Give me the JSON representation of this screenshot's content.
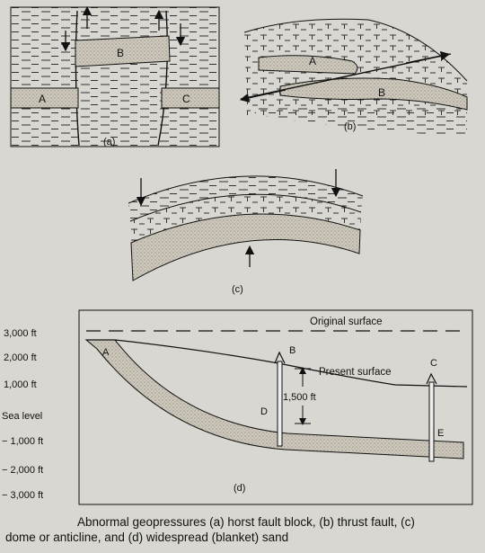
{
  "panels": {
    "a": {
      "label": "(a)",
      "blocks": [
        "A",
        "B",
        "C"
      ]
    },
    "b": {
      "label": "(b)",
      "blocks": [
        "A",
        "B"
      ]
    },
    "c": {
      "label": "(c)"
    },
    "d": {
      "label": "(d)",
      "elevation_labels": [
        "3,000 ft",
        "2,000 ft",
        "1,000 ft",
        "Sea level",
        "− 1,000 ft",
        "− 2,000 ft",
        "− 3,000 ft"
      ],
      "original_surface": "Original surface",
      "present_surface": "Present surface",
      "interval": "1,500 ft",
      "points": [
        "A",
        "B",
        "C",
        "D",
        "E"
      ]
    }
  },
  "caption": {
    "line1": "Abnormal geopressures (a) horst fault block, (b) thrust fault, (c)",
    "line2": "dome or anticline, and (d) widespread (blanket) sand"
  },
  "colors": {
    "background": "#d9d7d1",
    "ink": "#111111",
    "sand": "#c9c3b6"
  }
}
